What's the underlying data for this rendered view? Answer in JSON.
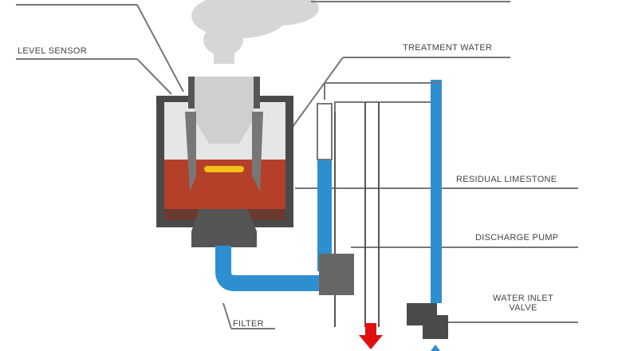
{
  "labels": {
    "level_sensor": "LEVEL SENSOR",
    "treatment_water": "TREATMENT WATER",
    "residual_limestone": "RESIDUAL LIMESTONE",
    "discharge_pump": "DISCHARGE PUMP",
    "water_inlet_valve_line1": "WATER INLET",
    "water_inlet_valve_line2": "VALVE",
    "filter": "FILTER"
  },
  "colors": {
    "water": "#2e8fd0",
    "sludge": "#b5402a",
    "metal": "#5a5a5a",
    "discharge_arrow": "#e01010",
    "steam": "#cfcfcf"
  }
}
